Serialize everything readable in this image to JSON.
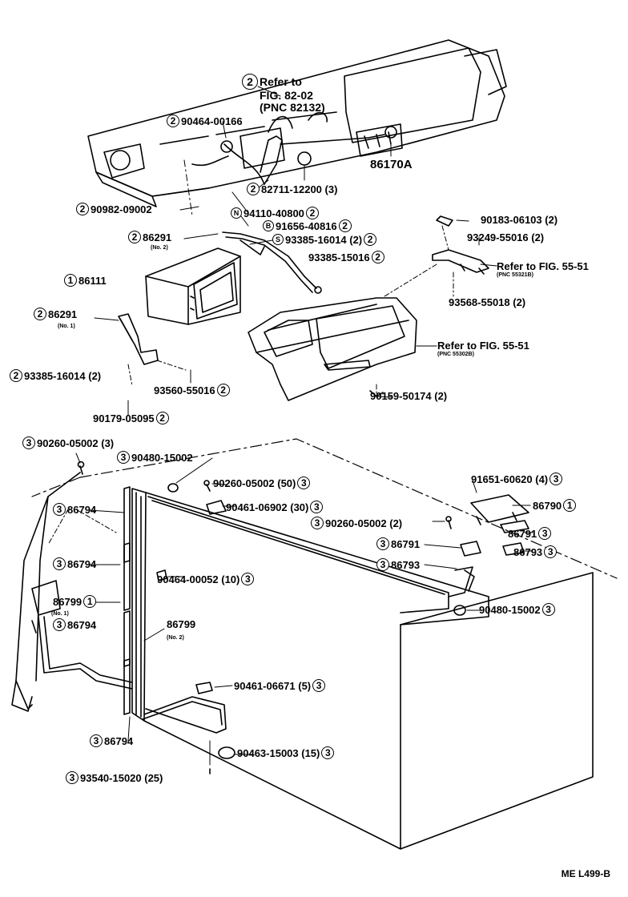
{
  "diagram": {
    "ref_top": {
      "circle": "2",
      "line1": "Refer to",
      "line2": "FIG. 82-02",
      "line3": "(PNC 82132)"
    },
    "pn_86170a": "86170A",
    "refs_right": [
      {
        "main": "Refer to FIG. 55-51",
        "sub": "(PNC 55321B)"
      },
      {
        "main": "Refer to FIG. 55-51",
        "sub": "(PNC 55302B)"
      }
    ],
    "labels": [
      {
        "c": "2",
        "sym": "",
        "text": "90464-00166",
        "tail": ""
      },
      {
        "c": "2",
        "sym": "",
        "text": "82711-12200 (3)",
        "tail": ""
      },
      {
        "c": "2",
        "sym": "",
        "text": "90982-09002",
        "tail": ""
      },
      {
        "c": "",
        "sym": "N",
        "text": "94110-40800",
        "tail": "2"
      },
      {
        "c": "",
        "sym": "B",
        "text": "91656-40816",
        "tail": "2"
      },
      {
        "c": "2",
        "sym": "",
        "text": "86291",
        "tail": ""
      },
      {
        "c": "",
        "sym": "S",
        "text": "93385-16014 (2)",
        "tail": "2"
      },
      {
        "c": "",
        "sym": "",
        "text": "93385-15016",
        "tail": "2"
      },
      {
        "c": "1",
        "sym": "",
        "text": "86111",
        "tail": ""
      },
      {
        "c": "2",
        "sym": "",
        "text": "86291",
        "tail": ""
      },
      {
        "c": "2",
        "sym": "",
        "text": "93385-16014 (2)",
        "tail": ""
      },
      {
        "c": "",
        "sym": "",
        "text": "93560-55016",
        "tail": "2"
      },
      {
        "c": "",
        "sym": "",
        "text": "90179-05095",
        "tail": "2"
      },
      {
        "c": "",
        "sym": "",
        "text": "90183-06103 (2)",
        "tail": ""
      },
      {
        "c": "",
        "sym": "",
        "text": "93249-55016 (2)",
        "tail": ""
      },
      {
        "c": "",
        "sym": "",
        "text": "93568-55018 (2)",
        "tail": ""
      },
      {
        "c": "",
        "sym": "",
        "text": "90159-50174 (2)",
        "tail": ""
      },
      {
        "c": "3",
        "sym": "",
        "text": "90260-05002 (3)",
        "tail": ""
      },
      {
        "c": "3",
        "sym": "",
        "text": "90480-15002",
        "tail": ""
      },
      {
        "c": "",
        "sym": "",
        "text": "90260-05002 (50)",
        "tail": "3"
      },
      {
        "c": "",
        "sym": "",
        "text": "90461-06902 (30)",
        "tail": "3"
      },
      {
        "c": "",
        "sym": "",
        "text": "91651-60620 (4)",
        "tail": "3"
      },
      {
        "c": "3",
        "sym": "",
        "text": "90260-05002 (2)",
        "tail": ""
      },
      {
        "c": "",
        "sym": "",
        "text": "86790",
        "tail": "1"
      },
      {
        "c": "",
        "sym": "",
        "text": "86791",
        "tail": "3"
      },
      {
        "c": "3",
        "sym": "",
        "text": "86791",
        "tail": ""
      },
      {
        "c": "3",
        "sym": "",
        "text": "86793",
        "tail": ""
      },
      {
        "c": "",
        "sym": "",
        "text": "86793",
        "tail": "3"
      },
      {
        "c": "3",
        "sym": "",
        "text": "86794",
        "tail": ""
      },
      {
        "c": "3",
        "sym": "",
        "text": "86794",
        "tail": ""
      },
      {
        "c": "",
        "sym": "",
        "text": "86799",
        "tail": "1"
      },
      {
        "c": "3",
        "sym": "",
        "text": "86794",
        "tail": ""
      },
      {
        "c": "",
        "sym": "",
        "text": "90464-00052 (10)",
        "tail": "3"
      },
      {
        "c": "",
        "sym": "",
        "text": "86799",
        "tail": ""
      },
      {
        "c": "",
        "sym": "",
        "text": "90480-15002",
        "tail": "3"
      },
      {
        "c": "",
        "sym": "",
        "text": "90461-06671 (5)",
        "tail": "3"
      },
      {
        "c": "3",
        "sym": "",
        "text": "86794",
        "tail": ""
      },
      {
        "c": "",
        "sym": "",
        "text": "90463-15003 (15)",
        "tail": "3"
      },
      {
        "c": "3",
        "sym": "",
        "text": "93540-15020 (25)",
        "tail": ""
      }
    ],
    "subs": [
      "(No. 2)",
      "(No. 1)",
      "(No. 1)",
      "(No. 2)"
    ],
    "code": "ME L499-B"
  }
}
